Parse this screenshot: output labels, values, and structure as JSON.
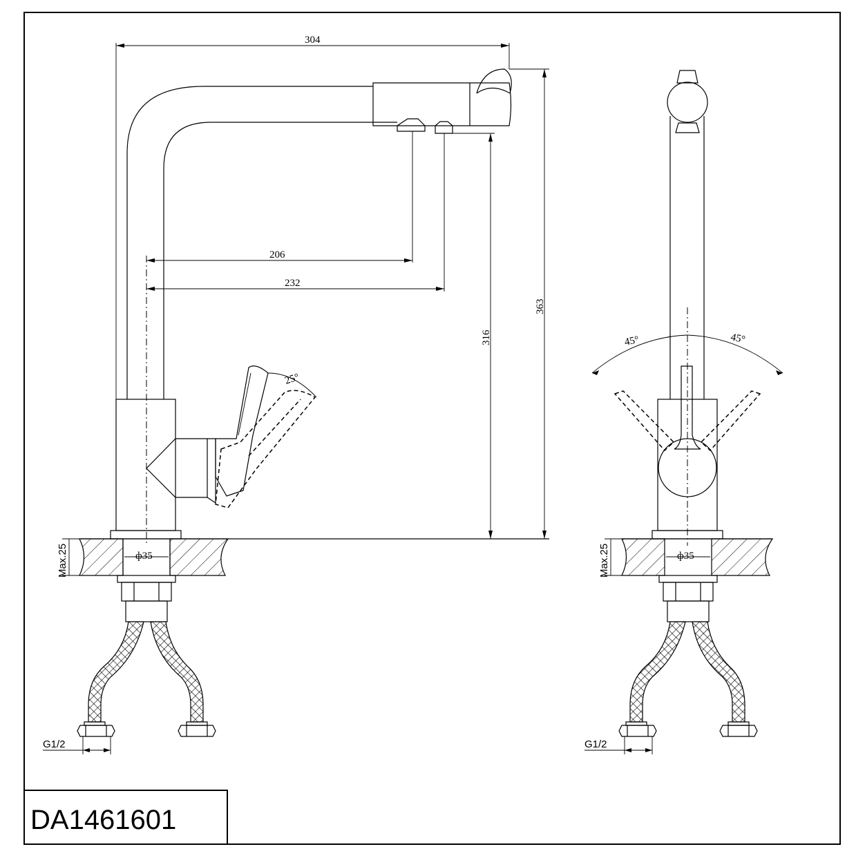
{
  "model_code": "DA1461601",
  "dimensions": {
    "overall_reach": "304",
    "outlet_reach_1": "206",
    "outlet_reach_2": "232",
    "outlet_height": "316",
    "overall_height": "363",
    "handle_tilt": "25°",
    "handle_rotation_left": "45°",
    "handle_rotation_right": "45°",
    "hole_diameter": "ф35",
    "max_counter_thickness": "Max.25",
    "connection_thread": "G1/2"
  },
  "colors": {
    "line": "#000000",
    "background": "#ffffff"
  }
}
